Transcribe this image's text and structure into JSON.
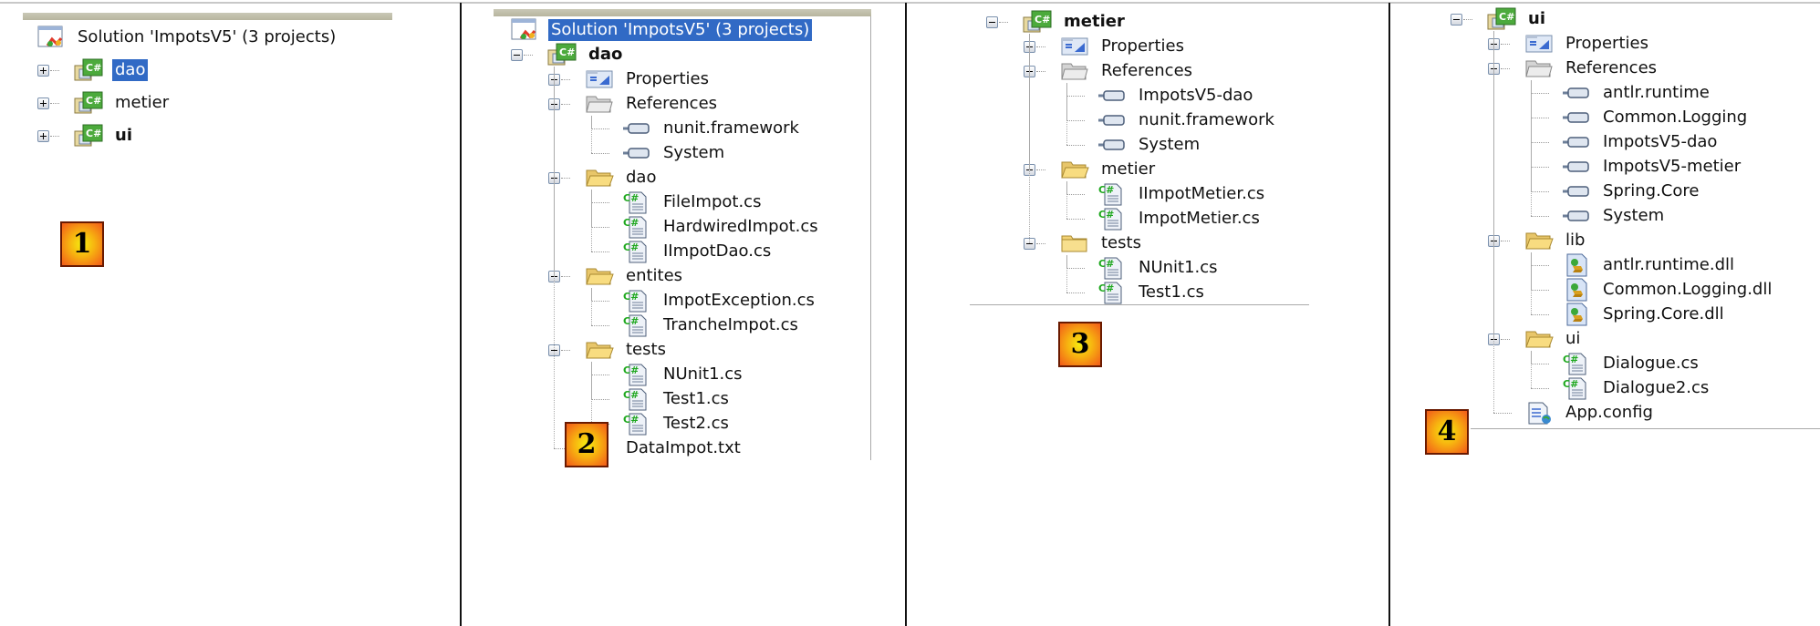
{
  "panels": [
    {
      "id": "1",
      "badge": "1",
      "items": [
        {
          "label": "Solution 'ImpotsV5' (3 projects)",
          "icon": "solution-icon",
          "level": -1,
          "expander": null
        },
        {
          "label": "dao",
          "icon": "csharp-project-icon",
          "level": 0,
          "expander": "plus",
          "selected": true
        },
        {
          "label": "metier",
          "icon": "csharp-project-icon",
          "level": 0,
          "expander": "plus"
        },
        {
          "label": "ui",
          "icon": "csharp-project-icon",
          "level": 0,
          "expander": "plus",
          "bold": true
        }
      ]
    },
    {
      "id": "2",
      "badge": "2",
      "items": [
        {
          "label": "Solution 'ImpotsV5' (3 projects)",
          "icon": "solution-icon",
          "level": -1,
          "expander": null,
          "selected": true
        },
        {
          "label": "dao",
          "icon": "csharp-project-icon",
          "level": 0,
          "expander": "minus",
          "bold": true
        },
        {
          "label": "Properties",
          "icon": "properties-icon",
          "level": 1,
          "expander": "plus"
        },
        {
          "label": "References",
          "icon": "references-folder-icon",
          "level": 1,
          "expander": "minus"
        },
        {
          "label": "nunit.framework",
          "icon": "reference-icon",
          "level": 2
        },
        {
          "label": "System",
          "icon": "reference-icon",
          "level": 2
        },
        {
          "label": "dao",
          "icon": "folder-open-icon",
          "level": 1,
          "expander": "minus"
        },
        {
          "label": "FileImpot.cs",
          "icon": "csharp-file-icon",
          "level": 2
        },
        {
          "label": "HardwiredImpot.cs",
          "icon": "csharp-file-icon",
          "level": 2
        },
        {
          "label": "IImpotDao.cs",
          "icon": "csharp-file-icon",
          "level": 2
        },
        {
          "label": "entites",
          "icon": "folder-open-icon",
          "level": 1,
          "expander": "minus"
        },
        {
          "label": "ImpotException.cs",
          "icon": "csharp-file-icon",
          "level": 2
        },
        {
          "label": "TrancheImpot.cs",
          "icon": "csharp-file-icon",
          "level": 2
        },
        {
          "label": "tests",
          "icon": "folder-open-icon",
          "level": 1,
          "expander": "minus"
        },
        {
          "label": "NUnit1.cs",
          "icon": "csharp-file-icon",
          "level": 2
        },
        {
          "label": "Test1.cs",
          "icon": "csharp-file-icon",
          "level": 2
        },
        {
          "label": "Test2.cs",
          "icon": "csharp-file-icon",
          "level": 2
        },
        {
          "label": "DataImpot.txt",
          "icon": "text-file-icon",
          "level": 1
        }
      ]
    },
    {
      "id": "3",
      "badge": "3",
      "items": [
        {
          "label": "metier",
          "icon": "csharp-project-icon",
          "level": 0,
          "expander": "minus",
          "bold": true
        },
        {
          "label": "Properties",
          "icon": "properties-icon",
          "level": 1,
          "expander": "plus"
        },
        {
          "label": "References",
          "icon": "references-folder-icon",
          "level": 1,
          "expander": "minus"
        },
        {
          "label": "ImpotsV5-dao",
          "icon": "reference-icon",
          "level": 2
        },
        {
          "label": "nunit.framework",
          "icon": "reference-icon",
          "level": 2
        },
        {
          "label": "System",
          "icon": "reference-icon",
          "level": 2
        },
        {
          "label": "metier",
          "icon": "folder-open-icon",
          "level": 1,
          "expander": "minus"
        },
        {
          "label": "IImpotMetier.cs",
          "icon": "csharp-file-icon",
          "level": 2
        },
        {
          "label": "ImpotMetier.cs",
          "icon": "csharp-file-icon",
          "level": 2
        },
        {
          "label": "tests",
          "icon": "folder-closed-icon",
          "level": 1,
          "expander": "minus"
        },
        {
          "label": "NUnit1.cs",
          "icon": "csharp-file-icon",
          "level": 2
        },
        {
          "label": "Test1.cs",
          "icon": "csharp-file-icon",
          "level": 2
        }
      ]
    },
    {
      "id": "4",
      "badge": "4",
      "items": [
        {
          "label": "ui",
          "icon": "csharp-project-icon",
          "level": 0,
          "expander": "minus",
          "bold": true
        },
        {
          "label": "Properties",
          "icon": "properties-icon",
          "level": 1,
          "expander": "plus"
        },
        {
          "label": "References",
          "icon": "references-folder-icon",
          "level": 1,
          "expander": "minus"
        },
        {
          "label": "antlr.runtime",
          "icon": "reference-icon",
          "level": 2
        },
        {
          "label": "Common.Logging",
          "icon": "reference-icon",
          "level": 2
        },
        {
          "label": "ImpotsV5-dao",
          "icon": "reference-icon",
          "level": 2
        },
        {
          "label": "ImpotsV5-metier",
          "icon": "reference-icon",
          "level": 2
        },
        {
          "label": "Spring.Core",
          "icon": "reference-icon",
          "level": 2
        },
        {
          "label": "System",
          "icon": "reference-icon",
          "level": 2
        },
        {
          "label": "lib",
          "icon": "folder-open-icon",
          "level": 1,
          "expander": "minus"
        },
        {
          "label": "antlr.runtime.dll",
          "icon": "dll-file-icon",
          "level": 2
        },
        {
          "label": "Common.Logging.dll",
          "icon": "dll-file-icon",
          "level": 2
        },
        {
          "label": "Spring.Core.dll",
          "icon": "dll-file-icon",
          "level": 2
        },
        {
          "label": "ui",
          "icon": "folder-open-icon",
          "level": 1,
          "expander": "minus"
        },
        {
          "label": "Dialogue.cs",
          "icon": "csharp-file-icon",
          "level": 2
        },
        {
          "label": "Dialogue2.cs",
          "icon": "csharp-file-icon",
          "level": 2
        },
        {
          "label": "App.config",
          "icon": "config-file-icon",
          "level": 1
        }
      ]
    }
  ],
  "colors": {
    "selection": "#316ac5",
    "badge_center": "#f5ee10",
    "badge_edge": "#f25a1a"
  }
}
